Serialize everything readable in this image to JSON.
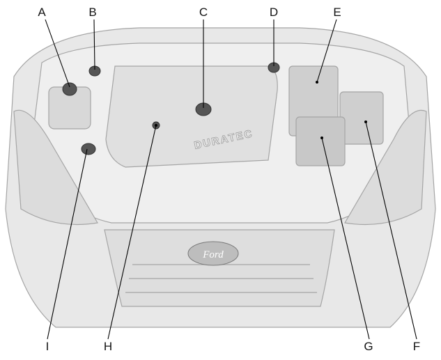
{
  "labels": {
    "A": "A",
    "B": "B",
    "C": "C",
    "D": "D",
    "E": "E",
    "F": "F",
    "G": "G",
    "H": "H",
    "I": "I"
  },
  "badge": "Ford",
  "engine_cover_text": "DURATEC",
  "colors": {
    "body": "#e6e6e6",
    "outline": "#9a9a9a",
    "dark": "#555555",
    "line": "#000000"
  }
}
